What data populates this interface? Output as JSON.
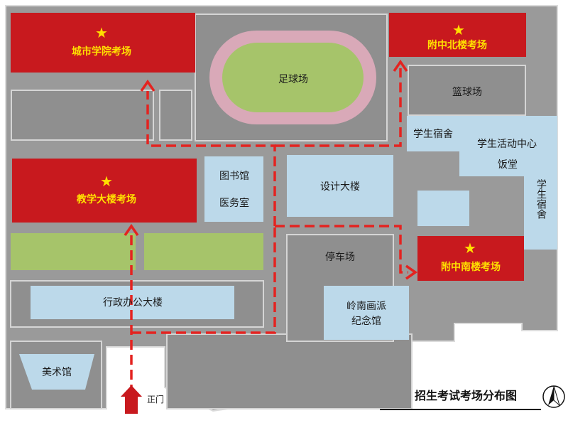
{
  "map": {
    "title": "招生考试考场分布图",
    "colors": {
      "ground": "#9a9a9a",
      "exam_room": "#c8191e",
      "building": "#bcd9ea",
      "lawn": "#a6c46a",
      "field": "#a6c46a",
      "track": "#d9a9b8",
      "route": "#e42320",
      "label": "#1a1a1a",
      "exam_label": "#ffe000"
    },
    "exam_rooms": {
      "chengshi": "城市学院考场",
      "fuzhong_north": "附中北楼考场",
      "jiaoxue": "教学大楼考场",
      "fuzhong_south": "附中南楼考场",
      "star_glyph": "★"
    },
    "facilities": {
      "football": "足球场",
      "basketball": "篮球场",
      "dorm_1": "学生宿舍",
      "activity_center": "学生活动中心",
      "canteen": "饭堂",
      "dorm_2": "学生宿舍",
      "library": "图书馆",
      "clinic": "医务室",
      "design": "设计大楼",
      "parking": "停车场",
      "admin": "行政办公大楼",
      "lingnan_line1": "岭南画派",
      "lingnan_line2": "纪念馆",
      "art": "美术馆",
      "gate": "正门"
    },
    "compass_icon": "north-compass-icon"
  }
}
